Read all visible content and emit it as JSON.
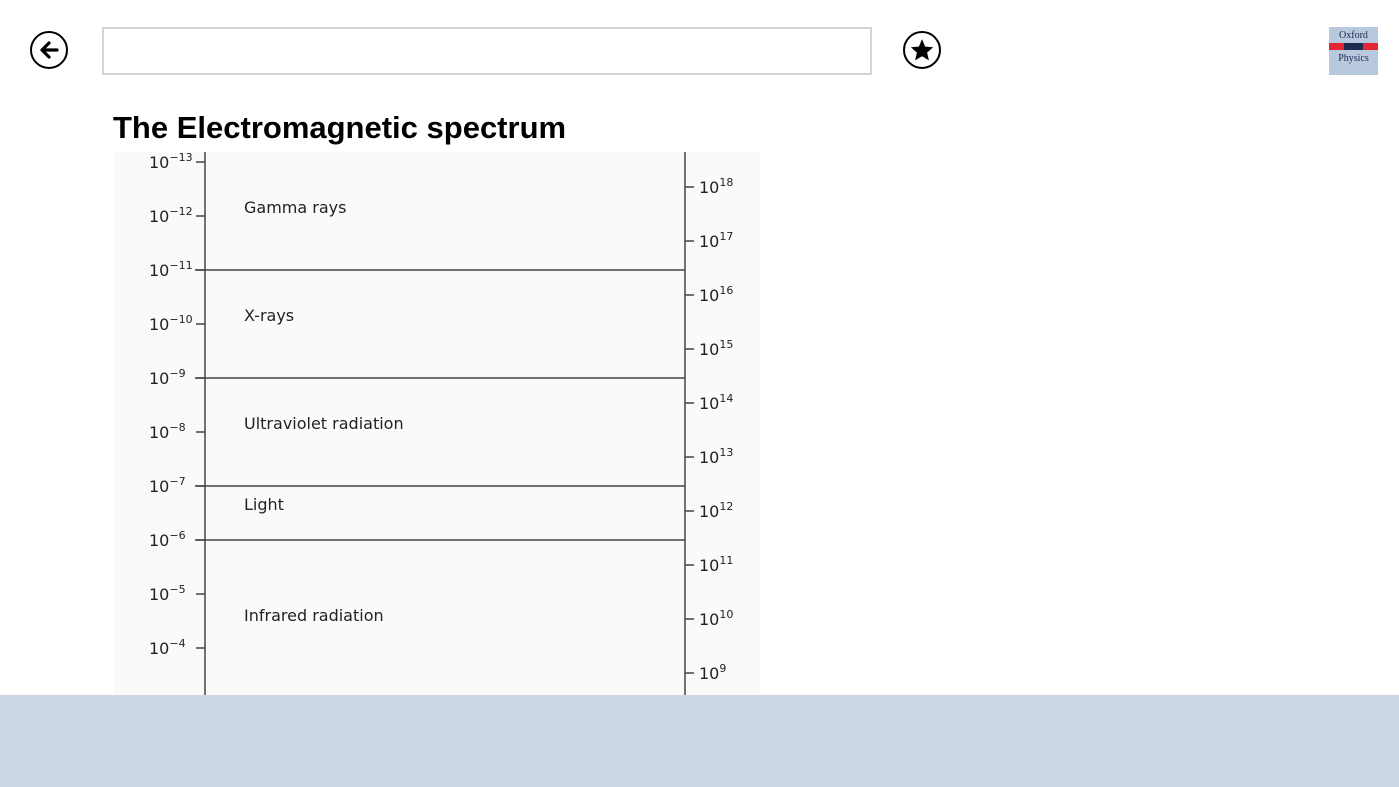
{
  "header": {
    "back_icon": "arrow-left-icon",
    "favorite_icon": "star-icon",
    "search_value": "",
    "search_placeholder": "",
    "logo": {
      "line1": "Oxford",
      "line2": "Physics"
    }
  },
  "page": {
    "title": "The Electromagnetic spectrum"
  },
  "chart_data": {
    "type": "table",
    "left_axis": [
      {
        "base": "10",
        "exp": "−13"
      },
      {
        "base": "10",
        "exp": "−12"
      },
      {
        "base": "10",
        "exp": "−11"
      },
      {
        "base": "10",
        "exp": "−10"
      },
      {
        "base": "10",
        "exp": "−9"
      },
      {
        "base": "10",
        "exp": "−8"
      },
      {
        "base": "10",
        "exp": "−7"
      },
      {
        "base": "10",
        "exp": "−6"
      },
      {
        "base": "10",
        "exp": "−5"
      },
      {
        "base": "10",
        "exp": "−4"
      }
    ],
    "right_axis": [
      {
        "base": "10",
        "exp": "18"
      },
      {
        "base": "10",
        "exp": "17"
      },
      {
        "base": "10",
        "exp": "16"
      },
      {
        "base": "10",
        "exp": "15"
      },
      {
        "base": "10",
        "exp": "14"
      },
      {
        "base": "10",
        "exp": "13"
      },
      {
        "base": "10",
        "exp": "12"
      },
      {
        "base": "10",
        "exp": "11"
      },
      {
        "base": "10",
        "exp": "10"
      },
      {
        "base": "10",
        "exp": "9"
      }
    ],
    "bands": [
      {
        "name": "Gamma rays",
        "from_exp": -13,
        "to_exp": -11
      },
      {
        "name": "X-rays",
        "from_exp": -11,
        "to_exp": -9
      },
      {
        "name": "Ultraviolet radiation",
        "from_exp": -9,
        "to_exp": -7
      },
      {
        "name": "Light",
        "from_exp": -7,
        "to_exp": -6
      },
      {
        "name": "Infrared radiation",
        "from_exp": -6,
        "to_exp": -3
      }
    ],
    "boundaries_exp": [
      -11,
      -9,
      -7,
      -6
    ]
  },
  "colors": {
    "bottom_bar": "#ccd5e2",
    "chart_bg": "#f9faf9",
    "line": "#444444"
  }
}
